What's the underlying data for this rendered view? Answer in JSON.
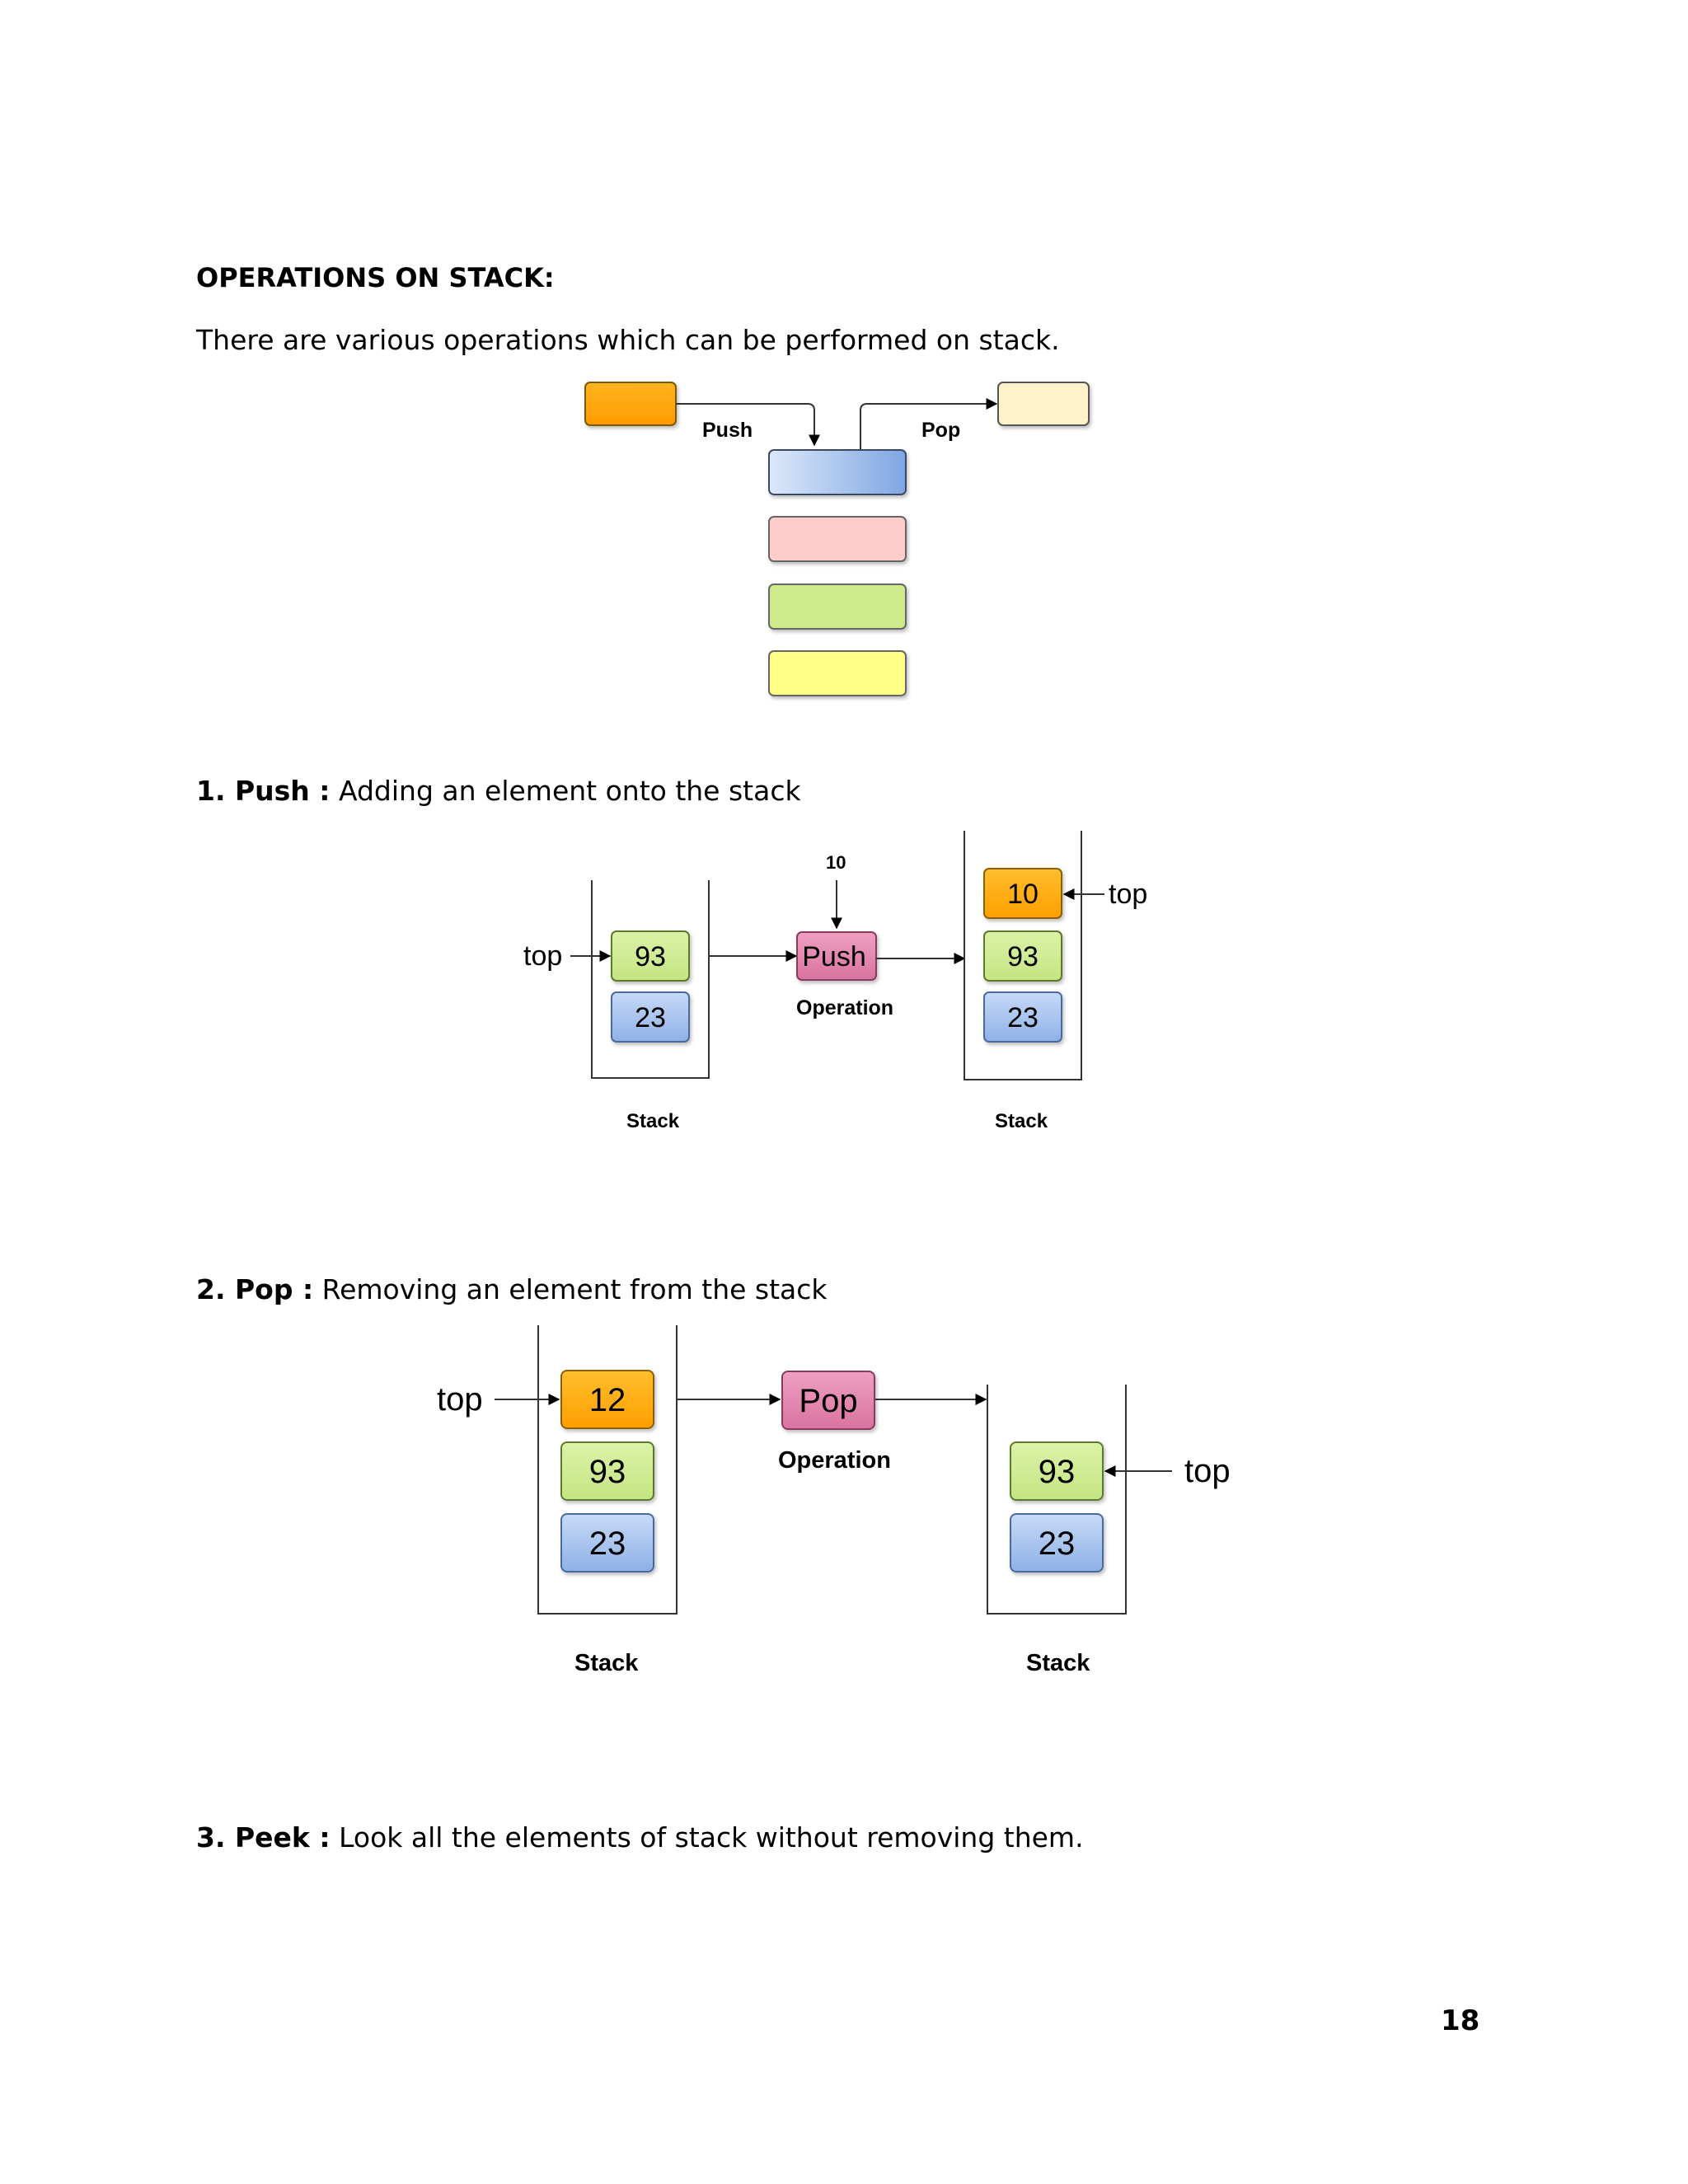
{
  "heading": "OPERATIONS ON STACK:",
  "intro": "There are various operations which can be performed on stack.",
  "overview_diagram": {
    "push_label": "Push",
    "pop_label": "Pop",
    "colors": {
      "incoming": "#FFA500",
      "outgoing": "#FFF0C8",
      "top": "#A9C4EE",
      "pink": "#FFCCCC",
      "green": "#CDEB8B",
      "yellow": "#FFFF88"
    }
  },
  "push_section": {
    "title_bold": "1. Push :",
    "title_rest": " Adding an element onto the stack",
    "incoming_value": "10",
    "op_label": "Push",
    "op_caption": "Operation",
    "top_label": "top",
    "before_stack": {
      "values": [
        "93",
        "23"
      ],
      "caption": "Stack"
    },
    "after_stack": {
      "values": [
        "10",
        "93",
        "23"
      ],
      "caption": "Stack"
    }
  },
  "pop_section": {
    "title_bold": "2. Pop :",
    "title_rest": " Removing an element from the stack",
    "op_label": "Pop",
    "op_caption": "Operation",
    "top_label": "top",
    "before_stack": {
      "values": [
        "12",
        "93",
        "23"
      ],
      "caption": "Stack"
    },
    "after_stack": {
      "values": [
        "93",
        "23"
      ],
      "caption": "Stack"
    }
  },
  "peek_section": {
    "title_bold": "3. Peek :",
    "title_rest": " Look all the elements of stack without removing them."
  },
  "page_number": "18"
}
